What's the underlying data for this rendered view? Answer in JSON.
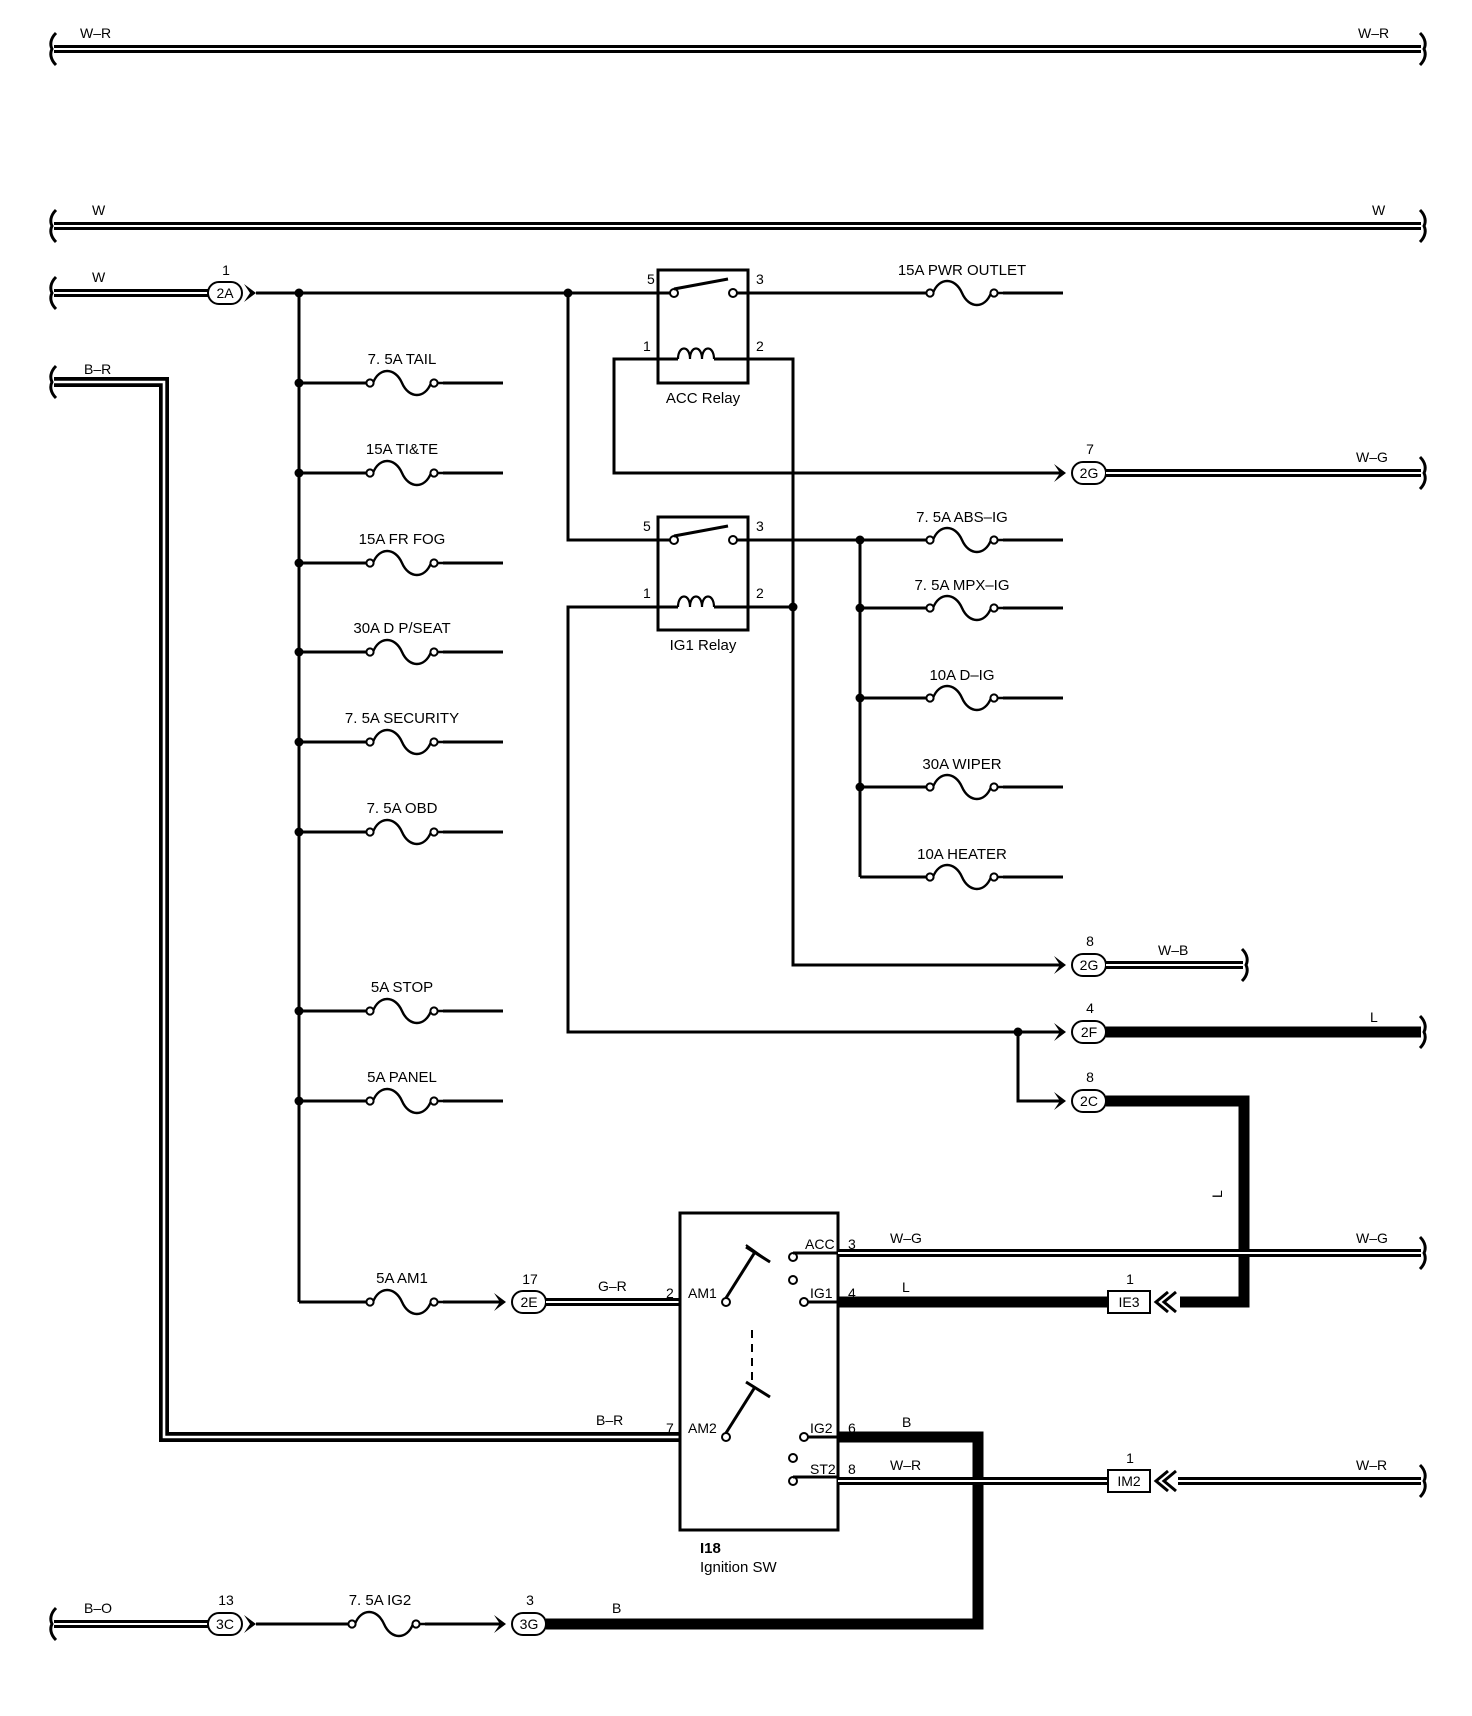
{
  "wire_colors": {
    "top_bus": "W–R",
    "second_bus": "W",
    "w_2a": "W",
    "b_r": "B–R",
    "w_g_2g": "W–G",
    "w_b_2g": "W–B",
    "l_2f": "L",
    "g_r_2e": "G–R",
    "b_o_3c": "B–O",
    "b_3g": "B",
    "l_vertical": "L"
  },
  "connectors": {
    "c2A": {
      "id": "2A",
      "pin": "1"
    },
    "c2G_top": {
      "id": "2G",
      "pin": "7"
    },
    "c2G_mid": {
      "id": "2G",
      "pin": "8"
    },
    "c2F": {
      "id": "2F",
      "pin": "4"
    },
    "c2C": {
      "id": "2C",
      "pin": "8"
    },
    "c2E": {
      "id": "2E",
      "pin": "17"
    },
    "cIE3": {
      "id": "IE3",
      "pin": "1"
    },
    "cIM2": {
      "id": "IM2",
      "pin": "1"
    },
    "c3C": {
      "id": "3C",
      "pin": "13"
    },
    "c3G": {
      "id": "3G",
      "pin": "3"
    }
  },
  "fuses": {
    "tail": "7. 5A TAIL",
    "tite": "15A TI&TE",
    "frfog": "15A FR FOG",
    "dseat": "30A D P/SEAT",
    "security": "7. 5A SECURITY",
    "obd": "7. 5A OBD",
    "stop": "5A STOP",
    "panel": "5A PANEL",
    "am1": "5A AM1",
    "pwr": "15A PWR OUTLET",
    "absig": "7. 5A ABS–IG",
    "mpxig": "7. 5A MPX–IG",
    "dig": "10A D–IG",
    "wiper": "30A WIPER",
    "heater": "10A HEATER",
    "ig2": "7. 5A IG2"
  },
  "relays": {
    "acc": {
      "label": "ACC Relay",
      "pins": [
        "5",
        "3",
        "1",
        "2"
      ]
    },
    "ig1": {
      "label": "IG1 Relay",
      "pins": [
        "5",
        "3",
        "1",
        "2"
      ]
    }
  },
  "ignition_switch": {
    "ref": "I18",
    "label": "Ignition SW",
    "terminals": {
      "acc": {
        "name": "ACC",
        "pin": "3",
        "wire": "W–G"
      },
      "ig1": {
        "name": "IG1",
        "pin": "4",
        "wire": "L"
      },
      "am1": {
        "name": "AM1",
        "pin": "2"
      },
      "am2": {
        "name": "AM2",
        "pin": "7"
      },
      "ig2": {
        "name": "IG2",
        "pin": "6",
        "wire": "B"
      },
      "st2": {
        "name": "ST2",
        "pin": "8",
        "wire": "W–R"
      }
    }
  },
  "right_ends": {
    "w_g_acc": "W–G",
    "w_r_st2": "W–R"
  }
}
